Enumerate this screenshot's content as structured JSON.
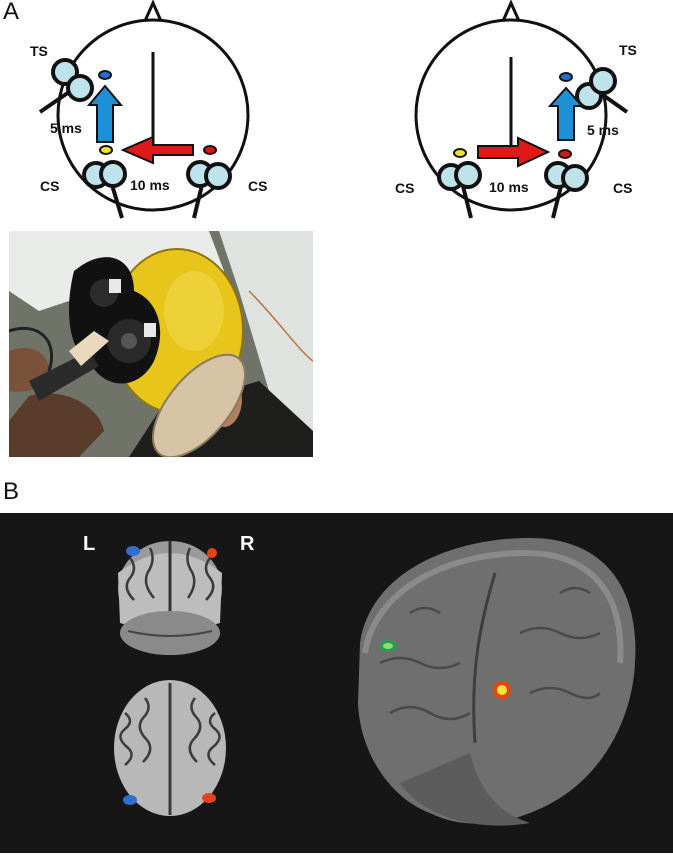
{
  "panel_a": {
    "label": "A",
    "left_diagram": {
      "ts": "TS",
      "cs_left": "CS",
      "cs_right": "CS",
      "ts_delay": "5 ms",
      "cs_delay": "10 ms"
    },
    "right_diagram": {
      "ts": "TS",
      "cs_left": "CS",
      "cs_right": "CS",
      "ts_delay": "5 ms",
      "cs_delay": "10 ms"
    }
  },
  "panel_b": {
    "label": "B",
    "left_marker": "L",
    "right_marker": "R"
  },
  "colors": {
    "ts_arrow": "#1e90d6",
    "cs_arrow": "#e01818",
    "yellow_dot": "#f2e21c",
    "red_dot": "#d81414",
    "blue_dot": "#1f6fd0",
    "coil": "#bfe3ea"
  }
}
